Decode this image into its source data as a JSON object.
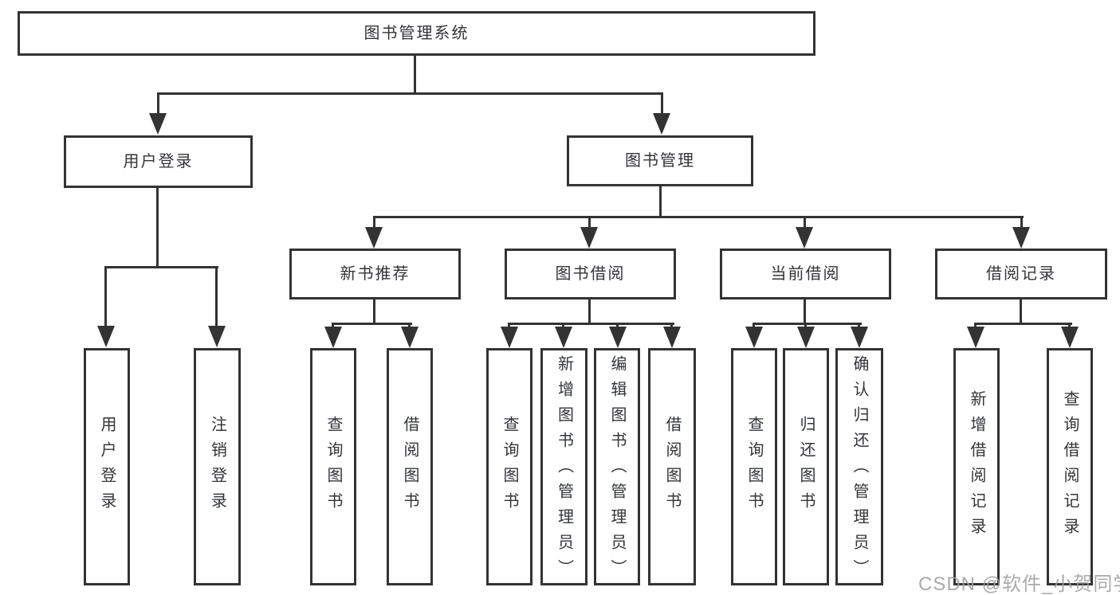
{
  "diagram": {
    "root": {
      "label": "图书管理系统"
    },
    "branches": {
      "user_login": {
        "label": "用户登录",
        "children": [
          {
            "label": "用户登录"
          },
          {
            "label": "注销登录"
          }
        ]
      },
      "book_management": {
        "label": "图书管理",
        "children": [
          {
            "label": "新书推荐",
            "children": [
              {
                "label": "查询图书"
              },
              {
                "label": "借阅图书"
              }
            ]
          },
          {
            "label": "图书借阅",
            "children": [
              {
                "label": "查询图书"
              },
              {
                "label": "新增图书（管理员）"
              },
              {
                "label": "编辑图书（管理员）"
              },
              {
                "label": "借阅图书"
              }
            ]
          },
          {
            "label": "当前借阅",
            "children": [
              {
                "label": "查询图书"
              },
              {
                "label": "归还图书"
              },
              {
                "label": "确认归还（管理员）"
              }
            ]
          },
          {
            "label": "借阅记录",
            "children": [
              {
                "label": "新增借阅记录"
              },
              {
                "label": "查询借阅记录"
              }
            ]
          }
        ]
      }
    },
    "colors": {
      "line": "#333333",
      "text": "#31343a",
      "background": "#ffffff",
      "watermark": "#9e9e9e"
    }
  },
  "watermark": {
    "text": "CSDN @软件_小贺同学"
  }
}
